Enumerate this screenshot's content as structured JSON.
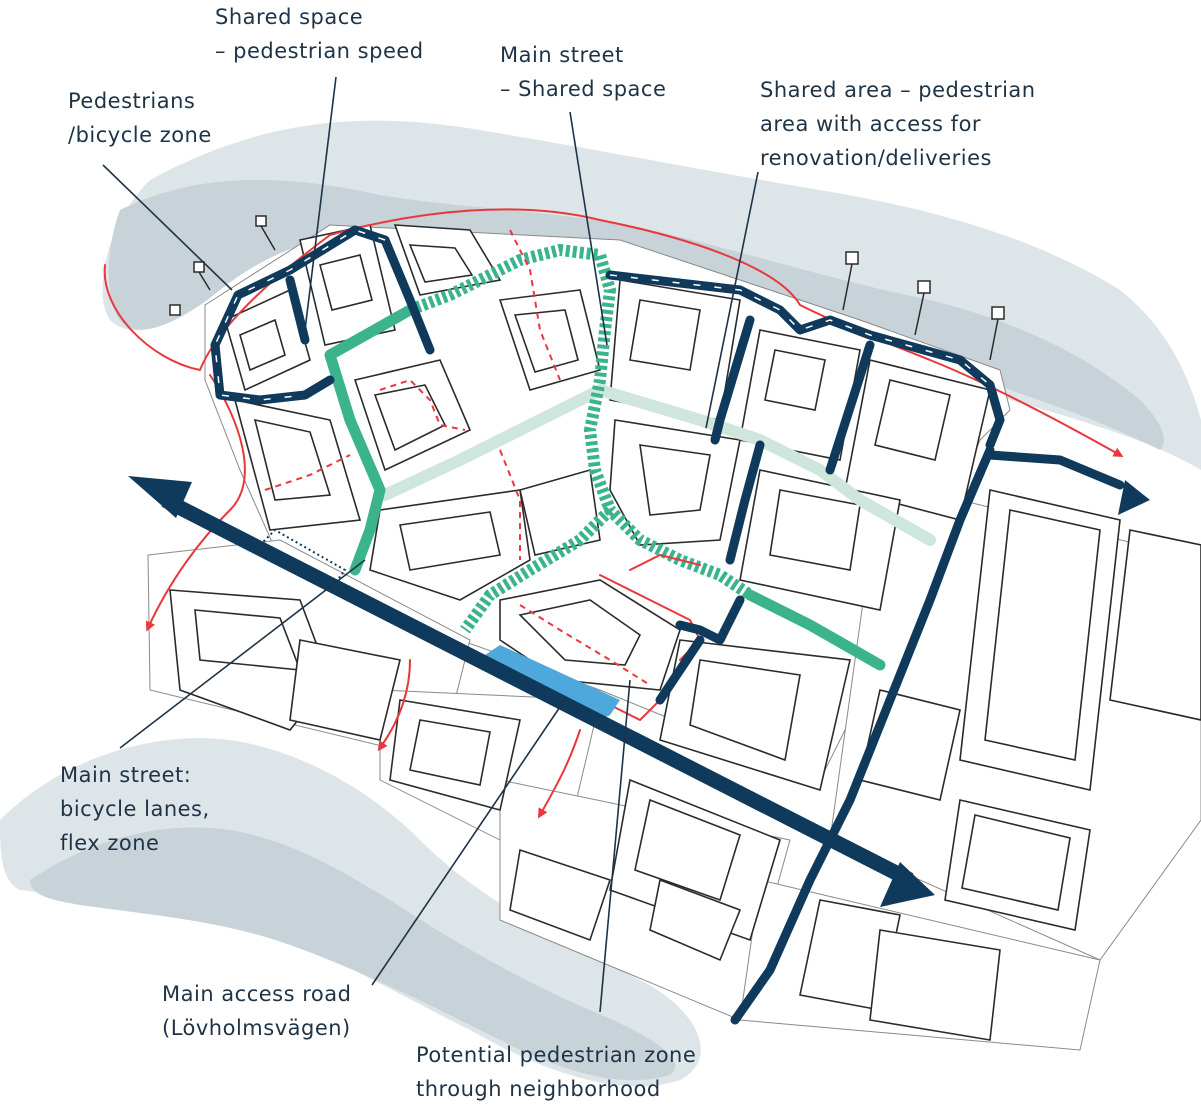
{
  "colors": {
    "water": "#c7d3d9",
    "water_light": "#dde5e9",
    "main_road": "#0f3a5c",
    "green": "#3bb48e",
    "green_light": "#cfe6dc",
    "red": "#e8383d",
    "blue_zone": "#4fa8dc",
    "building": "#2b2b2b",
    "ground": "#ffffff",
    "label_text": "#1f3347"
  },
  "labels": {
    "shared_space": [
      "Shared space",
      "– pedestrian speed"
    ],
    "main_street_shared": [
      "Main street",
      "– Shared space"
    ],
    "shared_area": [
      "Shared area –  pedestrian",
      "area with access for",
      "renovation/deliveries"
    ],
    "pedestrians_bicycle": [
      "Pedestrians",
      "/bicycle zone"
    ],
    "main_street_bicycle": [
      "Main street:",
      "bicycle lanes,",
      "flex zone"
    ],
    "main_access_road": [
      "Main access road",
      "(Lövholmsvägen)"
    ],
    "potential_pedestrian": [
      "Potential pedestrian zone",
      "through neighborhood"
    ]
  },
  "icons": [
    "arrow-head-icon"
  ]
}
